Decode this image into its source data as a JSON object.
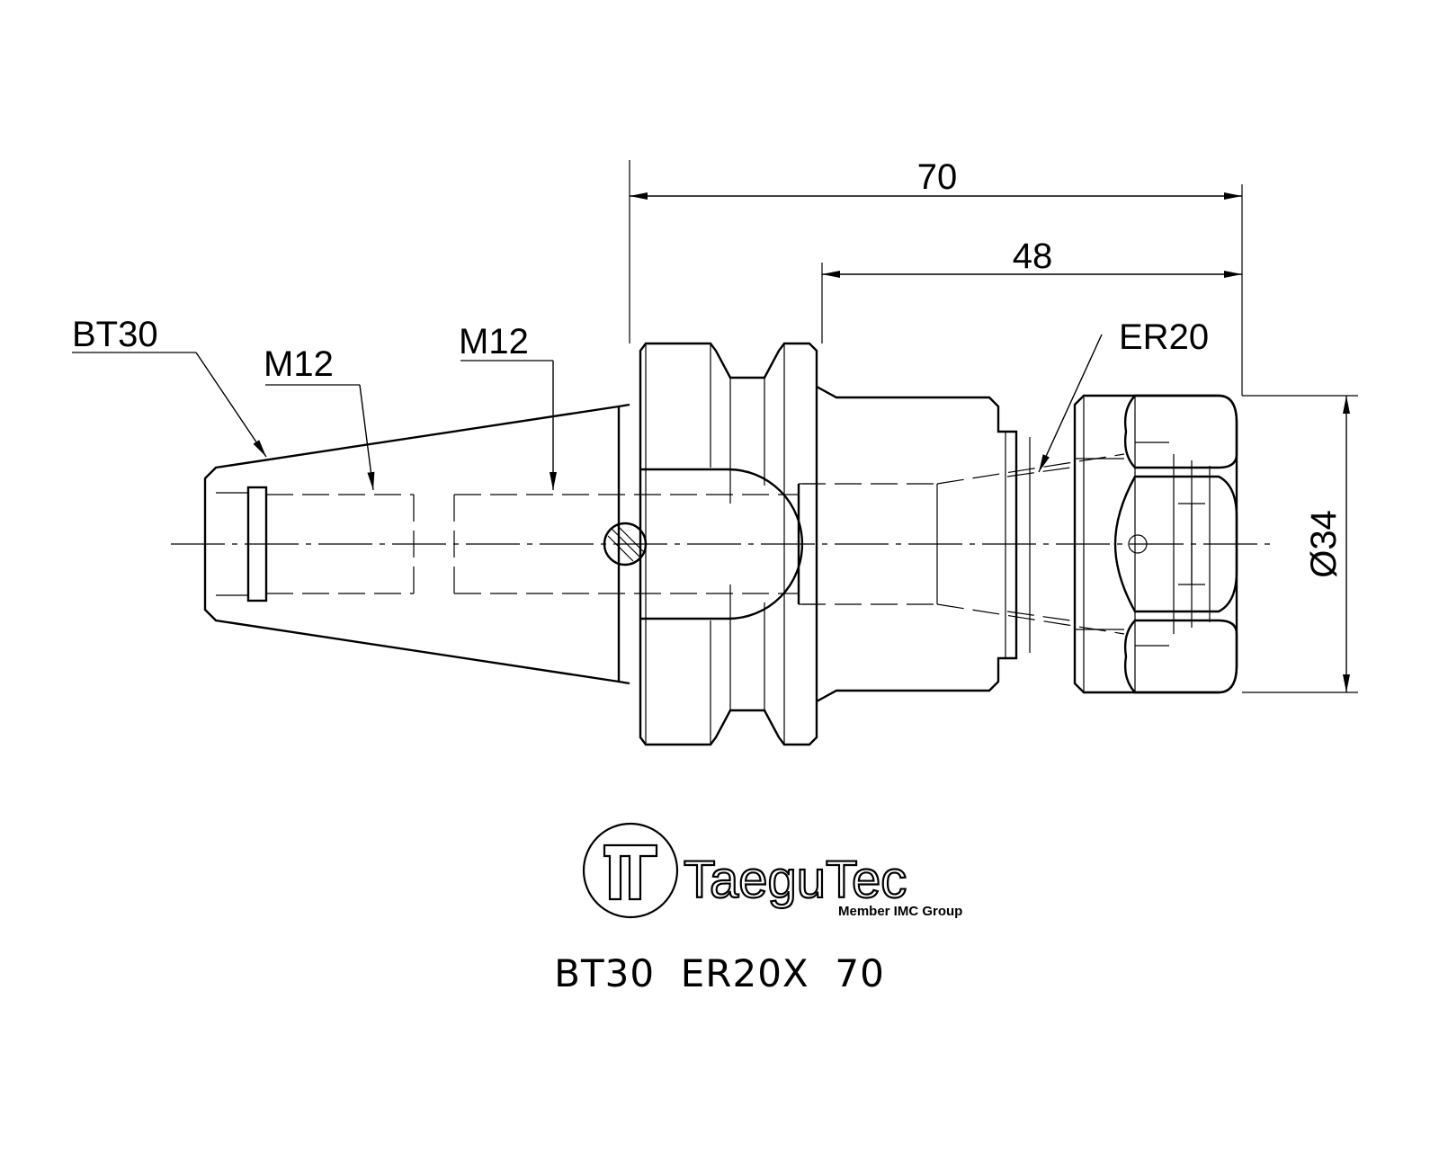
{
  "drawing": {
    "dimensions": {
      "overall_length": "70",
      "collet_length": "48",
      "diameter": "Ø34"
    },
    "callouts": {
      "taper": "BT30",
      "thread_1": "M12",
      "thread_2": "M12",
      "collet": "ER20"
    }
  },
  "brand": {
    "name": "TaeguTec",
    "tagline": "Member IMC Group"
  },
  "model": {
    "designation": "BT30  ER20X  70"
  }
}
